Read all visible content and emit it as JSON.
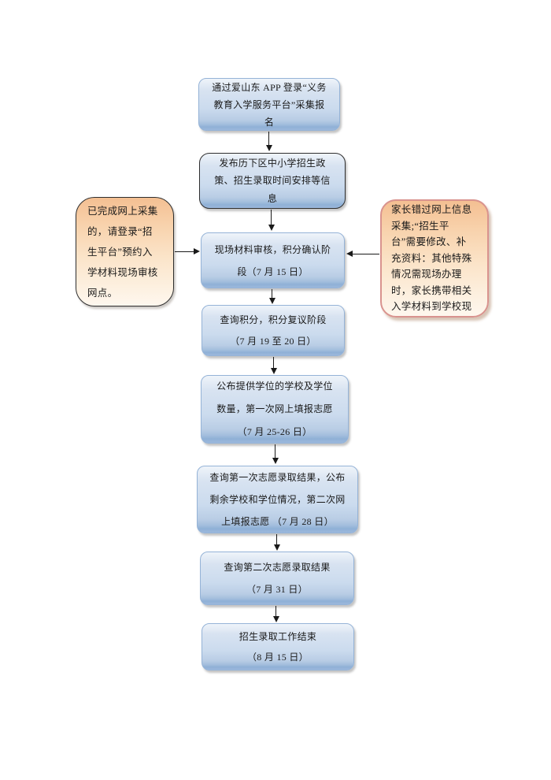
{
  "colors": {
    "page_background": "#ffffff",
    "process_fill_top": "#eff4fa",
    "process_fill_mid": "#cbdbee",
    "process_fill_bottom": "#8fb0d6",
    "process_border": "#95b3d7",
    "emphasis_border": "#2e2e2e",
    "callout_fill_top": "#f4bf92",
    "callout_fill_bottom": "#fef7ee",
    "callout_left_border": "#2e2e2e",
    "callout_right_border": "#d9938e",
    "arrow": "#1a1a1a",
    "text": "#1a1a1a"
  },
  "flow": {
    "steps": [
      {
        "id": "step1",
        "lines": [
          "通过爱山东 APP 登录“义务",
          "教育入学服务平台”采集报",
          "名"
        ]
      },
      {
        "id": "step2",
        "lines": [
          "发布历下区中小学招生政",
          "策、招生录取时间安排等信",
          "息"
        ]
      },
      {
        "id": "step3",
        "lines": [
          "现场材料审核，积分确认阶",
          "段（7 月 15 日）"
        ]
      },
      {
        "id": "step4",
        "lines": [
          "查询积分，积分复议阶段",
          "（7 月 19 至 20 日）"
        ]
      },
      {
        "id": "step5",
        "lines": [
          "公布提供学位的学校及学位",
          "数量，第一次网上填报志愿",
          "（7 月 25-26 日）"
        ]
      },
      {
        "id": "step6",
        "lines": [
          "查询第一次志愿录取结果，公布",
          "剩余学校和学位情况，第二次网",
          "上填报志愿 （7 月 28 日）"
        ]
      },
      {
        "id": "step7",
        "lines": [
          "查询第二次志愿录取结果",
          "（7 月 31 日）"
        ]
      },
      {
        "id": "step8",
        "lines": [
          "招生录取工作结束",
          "（8 月 15 日）"
        ]
      }
    ],
    "callouts": {
      "left": {
        "lines": [
          "已完成网上采集",
          "的，请登录“招",
          "生平台”预约入",
          "学材料现场审核",
          "网点。"
        ]
      },
      "right": {
        "lines": [
          "家长错过网上信息",
          "采集;“招生平",
          "台”需要修改、补",
          "充资料：其他特殊",
          "情况需现场办理",
          "时，家长携带相关",
          "入学材料到学校现"
        ]
      }
    }
  }
}
